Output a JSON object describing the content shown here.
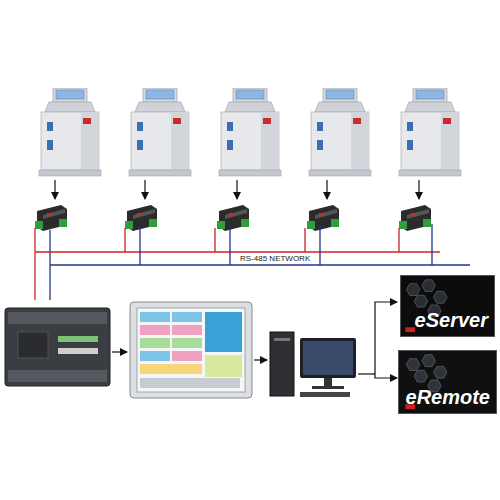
{
  "diagram": {
    "nodes": [
      {
        "text": [
          "eServer"
        ]
      },
      {
        "text": [
          "eRemote"
        ]
      }
    ],
    "labels": [
      "RS-485 NETWORK"
    ]
  }
}
